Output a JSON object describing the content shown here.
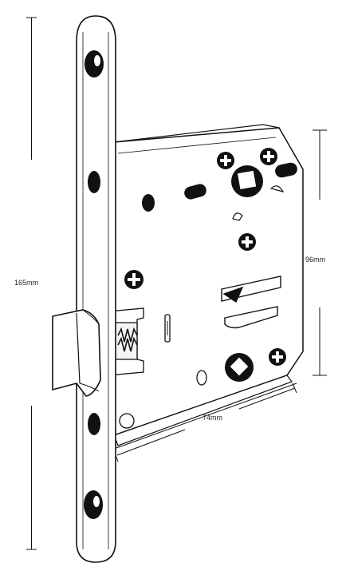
{
  "dimensions": {
    "height_label": "165mm",
    "backset_label": "96mm",
    "width_label": "74mm"
  },
  "colors": {
    "ink": "#111111",
    "fill": "#ffffff"
  },
  "parts": {
    "faceplate": "faceplate",
    "lock_case": "lock-case",
    "latch_bolt": "latch-bolt",
    "spring": "spring",
    "spindle_hub": "square-hub",
    "thumbturn_hub": "turn-hub",
    "screws": "cross-head-screw-icon"
  }
}
